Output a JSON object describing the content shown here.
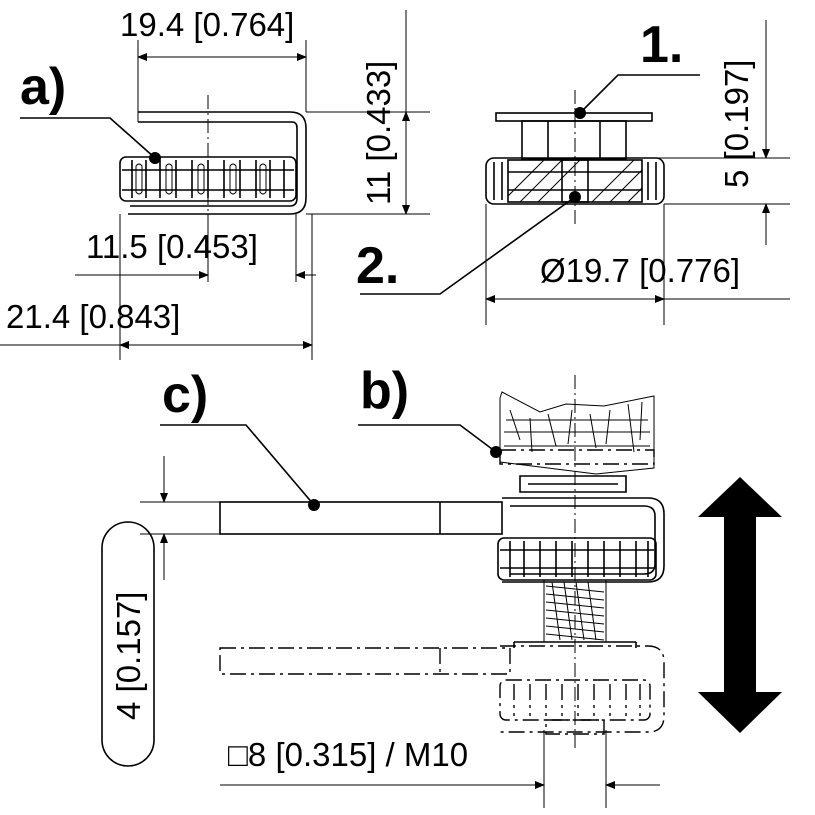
{
  "labels": {
    "a": "a)",
    "b": "b)",
    "c": "c)",
    "one": "1.",
    "two": "2."
  },
  "dimensions": {
    "width_19_4": "19.4 [0.764]",
    "height_11": "11 [0.433]",
    "width_11_5": "11.5 [0.453]",
    "width_21_4": "21.4 [0.843]",
    "height_5": "5 [0.197]",
    "diameter_19_7": "Ø19.7 [0.776]",
    "height_4": "4 [0.157]",
    "square_8_m10": "□8 [0.315] / M10"
  },
  "colors": {
    "ink": "#000000",
    "paper": "#ffffff"
  }
}
